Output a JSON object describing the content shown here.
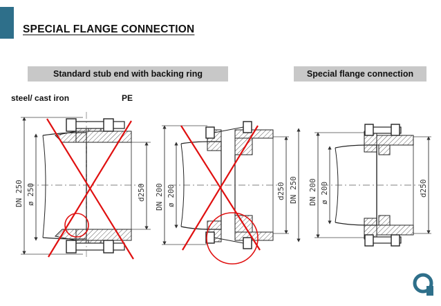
{
  "slide": {
    "title": "SPECIAL FLANGE CONNECTION",
    "box_standard": "Standard stub end with backing ring",
    "box_special": "Special flange connection",
    "label_steel": "steel/ cast iron",
    "label_pe": "PE"
  },
  "drawing1": {
    "dn": "DN 250",
    "phi": "ø 250",
    "d": "d250"
  },
  "drawing2": {
    "dn": "DN 200",
    "phi": "ø 200",
    "d": "d250",
    "dn_right": "DN 250"
  },
  "drawing3": {
    "dn": "DN 200",
    "phi": "ø 200",
    "d": "d250"
  },
  "colors": {
    "accent": "#2e6f8a",
    "cross": "#e01010",
    "box": "#c8c8c8"
  }
}
